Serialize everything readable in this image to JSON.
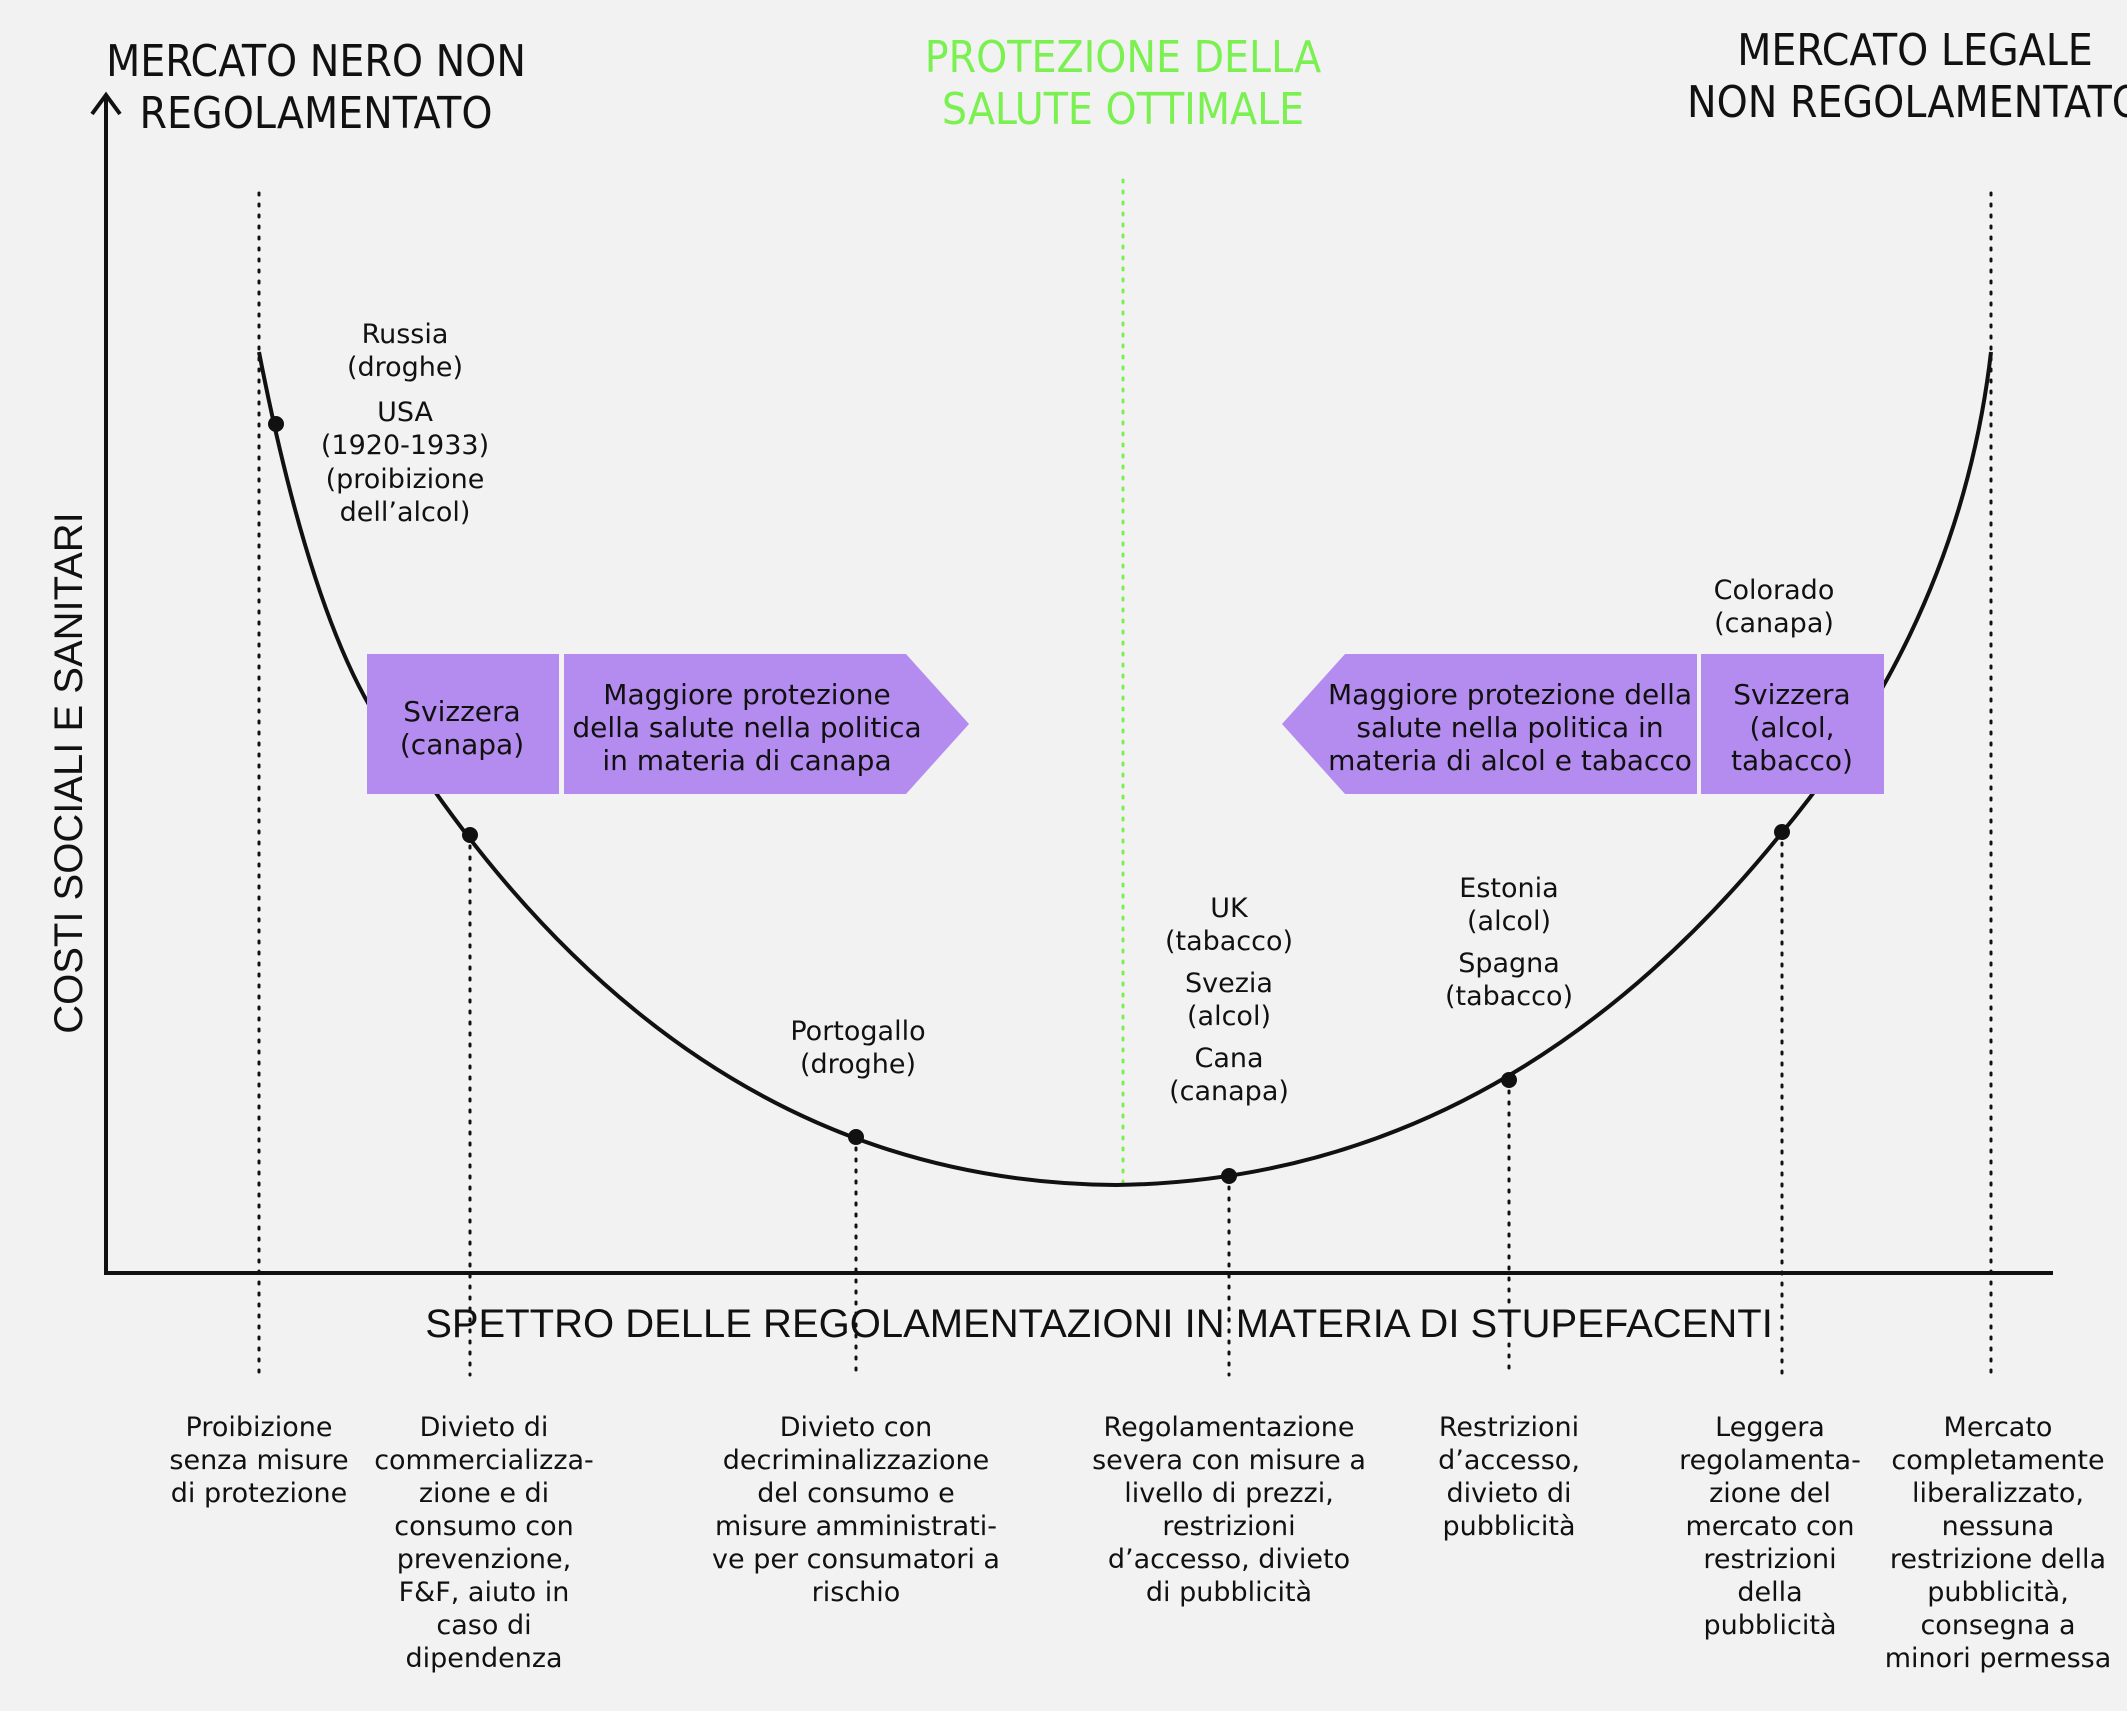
{
  "headers": {
    "left": [
      "MERCATO NERO NON",
      "REGOLAMENTATO"
    ],
    "center": [
      "PROTEZIONE DELLA",
      "SALUTE OTTIMALE"
    ],
    "right": [
      "MERCATO LEGALE",
      "NON REGOLAMENTATO"
    ]
  },
  "axes": {
    "y_label": "COSTI SOCIALI E SANITARI",
    "x_label": "SPETTRO DELLE REGOLAMENTAZIONI IN MATERIA DI STUPEFACENTI"
  },
  "point_labels": {
    "russia": [
      "Russia",
      "(droghe)"
    ],
    "usa": [
      "USA",
      "(1920-1933)",
      "(proibizione",
      "dell’alcol)"
    ],
    "portogallo": [
      "Portogallo",
      "(droghe)"
    ],
    "uk": [
      "UK",
      "(tabacco)"
    ],
    "svezia": [
      "Svezia",
      "(alcol)"
    ],
    "cana": [
      "Cana",
      "(canapa)"
    ],
    "estonia": [
      "Estonia",
      "(alcol)"
    ],
    "spagna": [
      "Spagna",
      "(tabacco)"
    ],
    "colorado": [
      "Colorado",
      "(canapa)"
    ]
  },
  "boxes": {
    "left_label": [
      "Svizzera",
      "(canapa)"
    ],
    "left_arrow": [
      "Maggiore protezione",
      "della salute nella politica",
      "in materia di canapa"
    ],
    "right_arrow": [
      "Maggiore protezione della",
      "salute nella politica in",
      "materia di alcol e tabacco"
    ],
    "right_label": [
      "Svizzera",
      "(alcol,",
      "tabacco)"
    ]
  },
  "categories": [
    [
      "Proibizione",
      "senza misure",
      "di protezione"
    ],
    [
      "Divieto di",
      "commercializza-",
      "zione e di",
      "consumo con",
      "prevenzione,",
      "F&F, aiuto in",
      "caso di",
      "dipendenza"
    ],
    [
      "Divieto con",
      "decriminalizzazione",
      "del consumo e",
      "misure amministrati-",
      "ve per consumatori a",
      "rischio"
    ],
    [
      "Regolamentazione",
      "severa con misure a",
      "livello di prezzi,",
      "restrizioni",
      "d’accesso, divieto",
      "di pubblicità"
    ],
    [
      "Restrizioni",
      "d’accesso,",
      "divieto di",
      "pubblicità"
    ],
    [
      "Leggera",
      "regolamenta-",
      "zione del",
      "mercato con",
      "restrizioni",
      "della",
      "pubblicità"
    ],
    [
      "Mercato",
      "completamente",
      "liberalizzato,",
      "nessuna",
      "restrizione della",
      "pubblicità,",
      "consegna a",
      "minori permessa"
    ]
  ],
  "colors": {
    "background": "#f2f2f2",
    "box_fill": "#b48cf0",
    "optimal_green": "#7af051",
    "ink": "#111111"
  }
}
